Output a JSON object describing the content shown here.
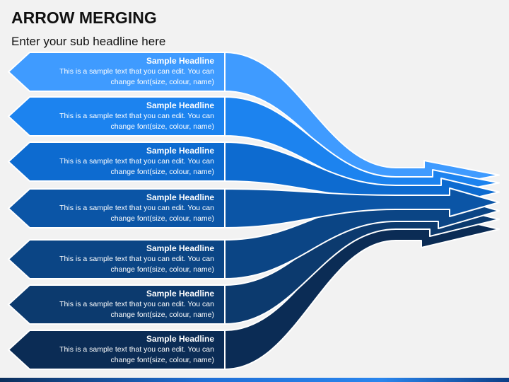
{
  "title": "ARROW MERGING",
  "subtitle": "Enter your sub headline here",
  "colors": [
    "#3f9bff",
    "#1c83ef",
    "#0d6bd0",
    "#0b55a6",
    "#0b4585",
    "#0c3a6e",
    "#0b2c55"
  ],
  "cards": [
    {
      "headline": "Sample Headline",
      "text": "This is a sample text that you can edit. You can change font(size, colour, name)"
    },
    {
      "headline": "Sample Headline",
      "text": "This is a sample text that you can edit. You can change font(size, colour, name)"
    },
    {
      "headline": "Sample Headline",
      "text": "This is a sample text that you can edit. You can change font(size, colour, name)"
    },
    {
      "headline": "Sample Headline",
      "text": "This is a sample text that you can edit. You can change font(size, colour, name)"
    },
    {
      "headline": "Sample Headline",
      "text": "This is a sample text that you can edit. You can change font(size, colour, name)"
    },
    {
      "headline": "Sample Headline",
      "text": "This is a sample text that you can edit. You can change font(size, colour, name)"
    },
    {
      "headline": "Sample Headline",
      "text": "This is a sample text that you can edit. You can change font(size, colour, name)"
    }
  ]
}
